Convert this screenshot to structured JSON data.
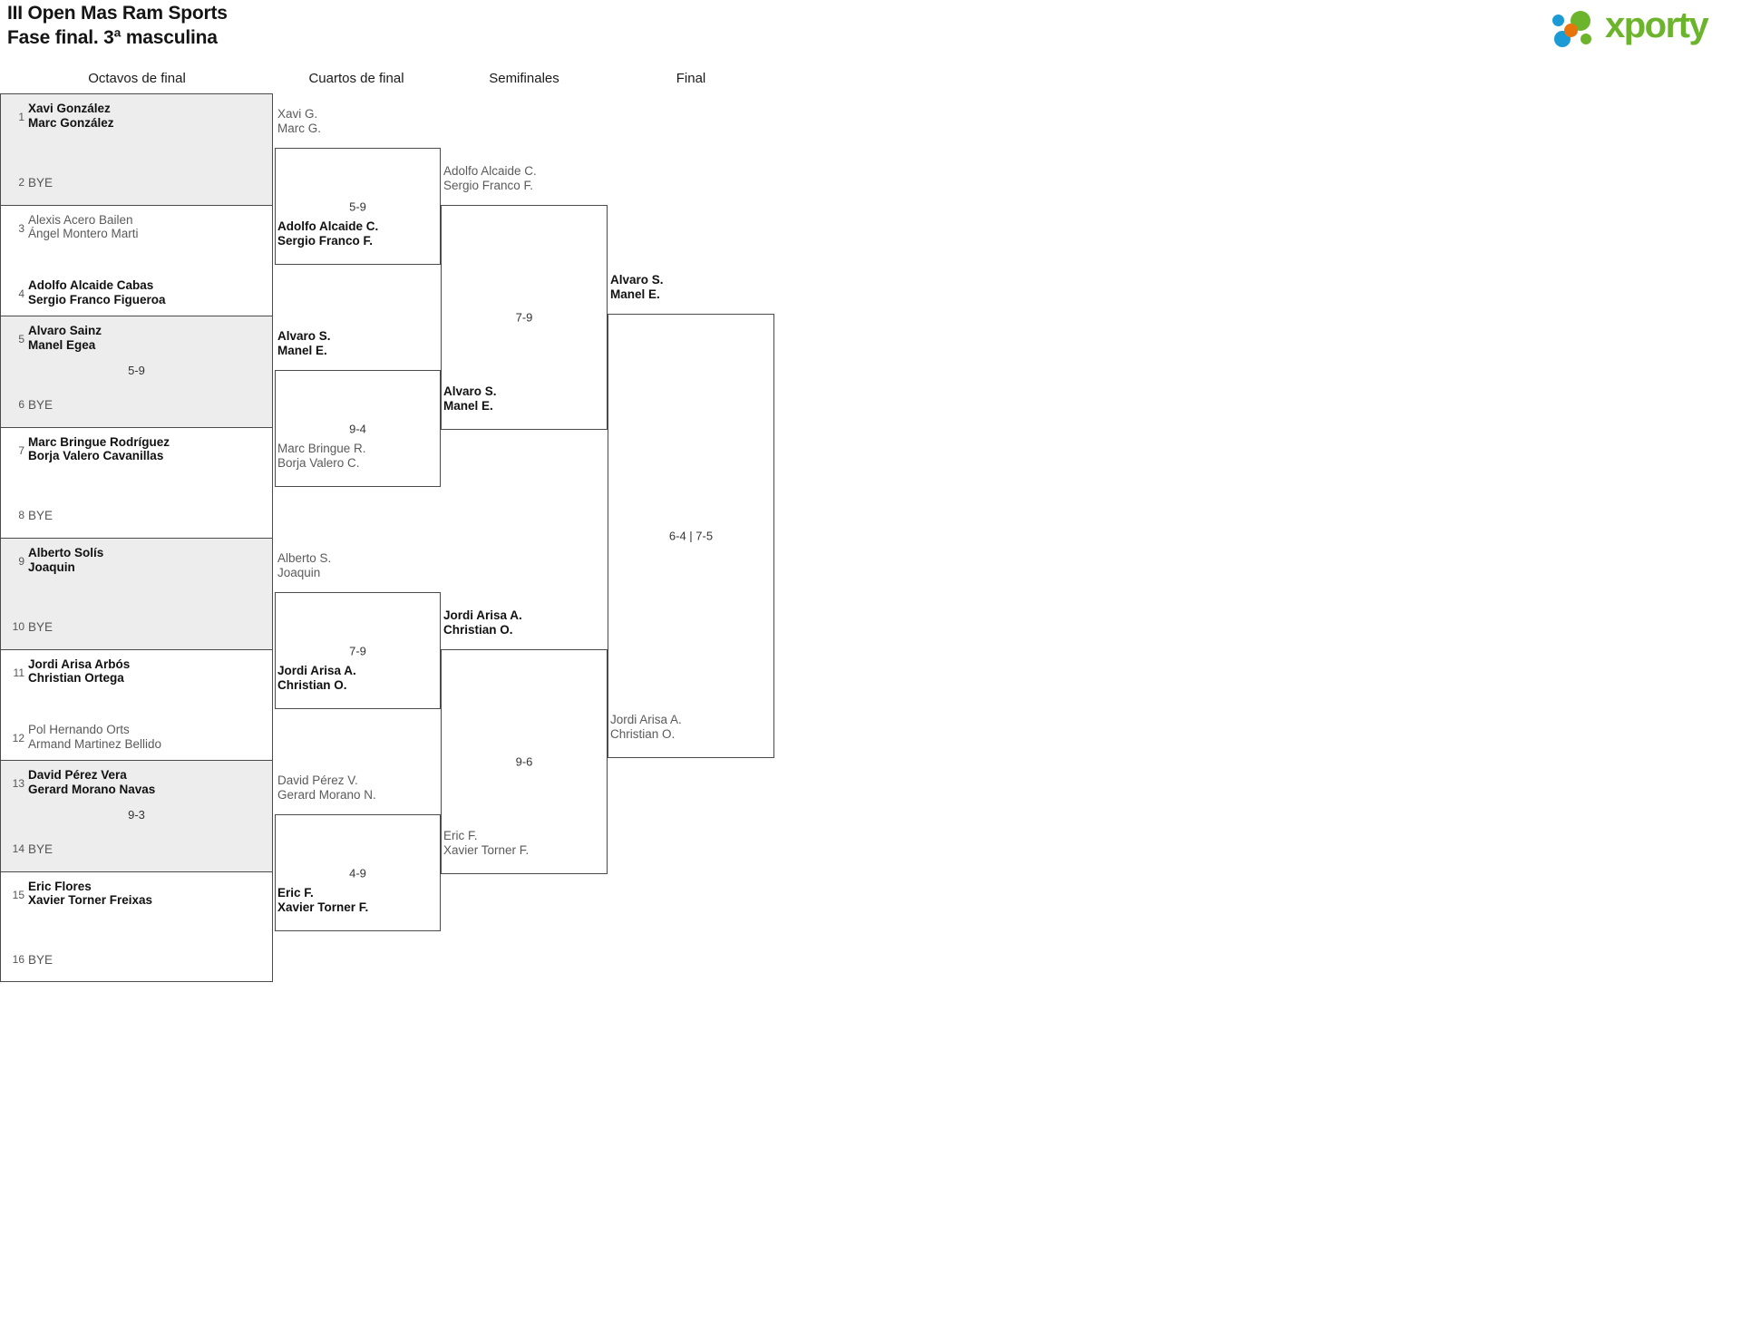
{
  "header": {
    "title_line1": "III Open Mas Ram Sports",
    "title_line2": "Fase final. 3ª masculina",
    "logo_text": "xporty",
    "logo_colors": {
      "green": "#6cb42c",
      "blue": "#1b9ad6",
      "orange": "#e8740c"
    }
  },
  "rounds": [
    {
      "id": "octavos",
      "label": "Octavos de final"
    },
    {
      "id": "cuartos",
      "label": "Cuartos de final"
    },
    {
      "id": "semis",
      "label": "Semifinales"
    },
    {
      "id": "final",
      "label": "Final"
    }
  ],
  "round1": {
    "slots": [
      {
        "seed": "1",
        "line1": "Xavi González",
        "line2": "Marc González",
        "state": "winner",
        "bye": false
      },
      {
        "seed": "2",
        "line1": "BYE",
        "line2": "",
        "state": "bye",
        "bye": true
      },
      {
        "seed": "3",
        "line1": "Alexis Acero Bailen",
        "line2": "Ángel Montero Marti",
        "state": "loser",
        "bye": false
      },
      {
        "seed": "4",
        "line1": "Adolfo Alcaide Cabas",
        "line2": "Sergio Franco Figueroa",
        "state": "winner",
        "bye": false
      },
      {
        "seed": "5",
        "line1": "Alvaro Sainz",
        "line2": "Manel Egea",
        "state": "winner",
        "bye": false
      },
      {
        "seed": "6",
        "line1": "BYE",
        "line2": "",
        "state": "bye",
        "bye": true
      },
      {
        "seed": "7",
        "line1": "Marc Bringue Rodríguez",
        "line2": "Borja Valero Cavanillas",
        "state": "winner",
        "bye": false
      },
      {
        "seed": "8",
        "line1": "BYE",
        "line2": "",
        "state": "bye",
        "bye": true
      },
      {
        "seed": "9",
        "line1": "Alberto Solís",
        "line2": "Joaquin",
        "state": "winner",
        "bye": false
      },
      {
        "seed": "10",
        "line1": "BYE",
        "line2": "",
        "state": "bye",
        "bye": true
      },
      {
        "seed": "11",
        "line1": "Jordi Arisa Arbós",
        "line2": "Christian Ortega",
        "state": "winner",
        "bye": false
      },
      {
        "seed": "12",
        "line1": "Pol Hernando Orts",
        "line2": "Armand Martinez Bellido",
        "state": "loser",
        "bye": false
      },
      {
        "seed": "13",
        "line1": "David Pérez Vera",
        "line2": "Gerard Morano Navas",
        "state": "winner",
        "bye": false
      },
      {
        "seed": "14",
        "line1": "BYE",
        "line2": "",
        "state": "bye",
        "bye": true
      },
      {
        "seed": "15",
        "line1": "Eric Flores",
        "line2": "Xavier Torner Freixas",
        "state": "winner",
        "bye": false
      },
      {
        "seed": "16",
        "line1": "BYE",
        "line2": "",
        "state": "bye",
        "bye": true
      }
    ],
    "scores": [
      {
        "match": 2,
        "value": "5-9"
      },
      {
        "match": 6,
        "value": "9-3"
      }
    ]
  },
  "round2": {
    "matches": [
      {
        "score": "5-9",
        "top": {
          "line1": "Xavi G.",
          "line2": "Marc G.",
          "state": "loser"
        },
        "bottom": {
          "line1": "Adolfo Alcaide C.",
          "line2": "Sergio Franco F.",
          "state": "winner"
        }
      },
      {
        "score": "9-4",
        "top": {
          "line1": "Alvaro S.",
          "line2": "Manel E.",
          "state": "winner"
        },
        "bottom": {
          "line1": "Marc Bringue R.",
          "line2": "Borja Valero C.",
          "state": "loser"
        }
      },
      {
        "score": "7-9",
        "top": {
          "line1": "Alberto S.",
          "line2": "Joaquin",
          "state": "loser"
        },
        "bottom": {
          "line1": "Jordi Arisa A.",
          "line2": "Christian O.",
          "state": "winner"
        }
      },
      {
        "score": "4-9",
        "top": {
          "line1": "David Pérez V.",
          "line2": "Gerard Morano N.",
          "state": "loser"
        },
        "bottom": {
          "line1": "Eric F.",
          "line2": "Xavier Torner F.",
          "state": "winner"
        }
      }
    ]
  },
  "round3": {
    "matches": [
      {
        "score": "7-9",
        "top": {
          "line1": "Adolfo Alcaide C.",
          "line2": "Sergio Franco F.",
          "state": "loser"
        },
        "bottom": {
          "line1": "Alvaro S.",
          "line2": "Manel E.",
          "state": "winner"
        }
      },
      {
        "score": "9-6",
        "top": {
          "line1": "Jordi Arisa A.",
          "line2": "Christian O.",
          "state": "winner"
        },
        "bottom": {
          "line1": "Eric F.",
          "line2": "Xavier Torner F.",
          "state": "loser"
        }
      }
    ]
  },
  "round4": {
    "matches": [
      {
        "score": "6-4 | 7-5",
        "top": {
          "line1": "Alvaro S.",
          "line2": "Manel E.",
          "state": "winner"
        },
        "bottom": {
          "line1": "Jordi Arisa A.",
          "line2": "Christian O.",
          "state": "loser"
        }
      }
    ]
  }
}
